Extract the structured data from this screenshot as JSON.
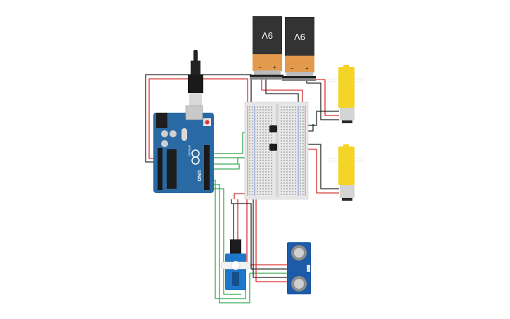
{
  "battery_1": {
    "label": "9V",
    "minus": "−",
    "plus": "+"
  },
  "battery_2": {
    "label": "9V",
    "minus": "−",
    "plus": "+"
  },
  "arduino": {
    "model": "UNO",
    "brand": "ARDUINO"
  },
  "colors": {
    "wire_red": "#d62d2d",
    "wire_black": "#222222",
    "wire_green": "#2fa84f",
    "arduino_board": "#2a6aa4",
    "breadboard": "#e6e6e6",
    "motor": "#f4d426",
    "servo": "#1f77c9",
    "sensor": "#1d5aa8",
    "battery_top": "#333333",
    "battery_body": "#e49a4c"
  }
}
